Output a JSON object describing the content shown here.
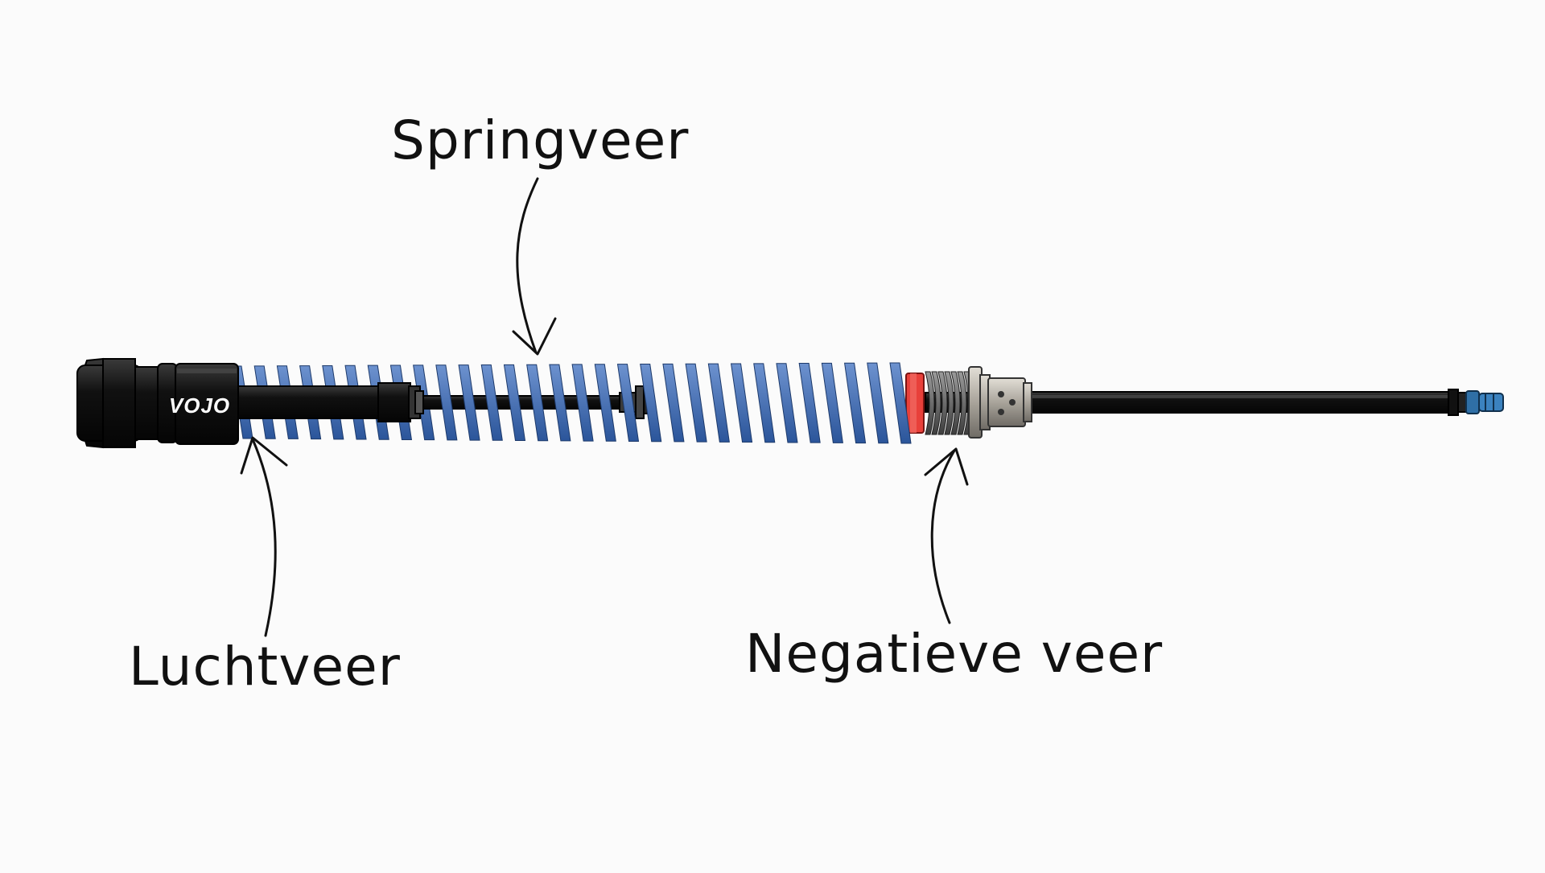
{
  "labels": {
    "spring": "Springveer",
    "air": "Luchtveer",
    "negative": "Negatieve veer"
  },
  "product": {
    "brand_mark": "VOJO"
  },
  "colors": {
    "background": "#fbfbfb",
    "spring_coil": "#3f6fb8",
    "body": "#111111",
    "seal_ring": "#e8403a",
    "metal": "#b8b4ac",
    "valve_cap": "#2f6fa6",
    "text": "#111111"
  },
  "icons": {
    "arrows": "hand-drawn-arrow-icon"
  }
}
